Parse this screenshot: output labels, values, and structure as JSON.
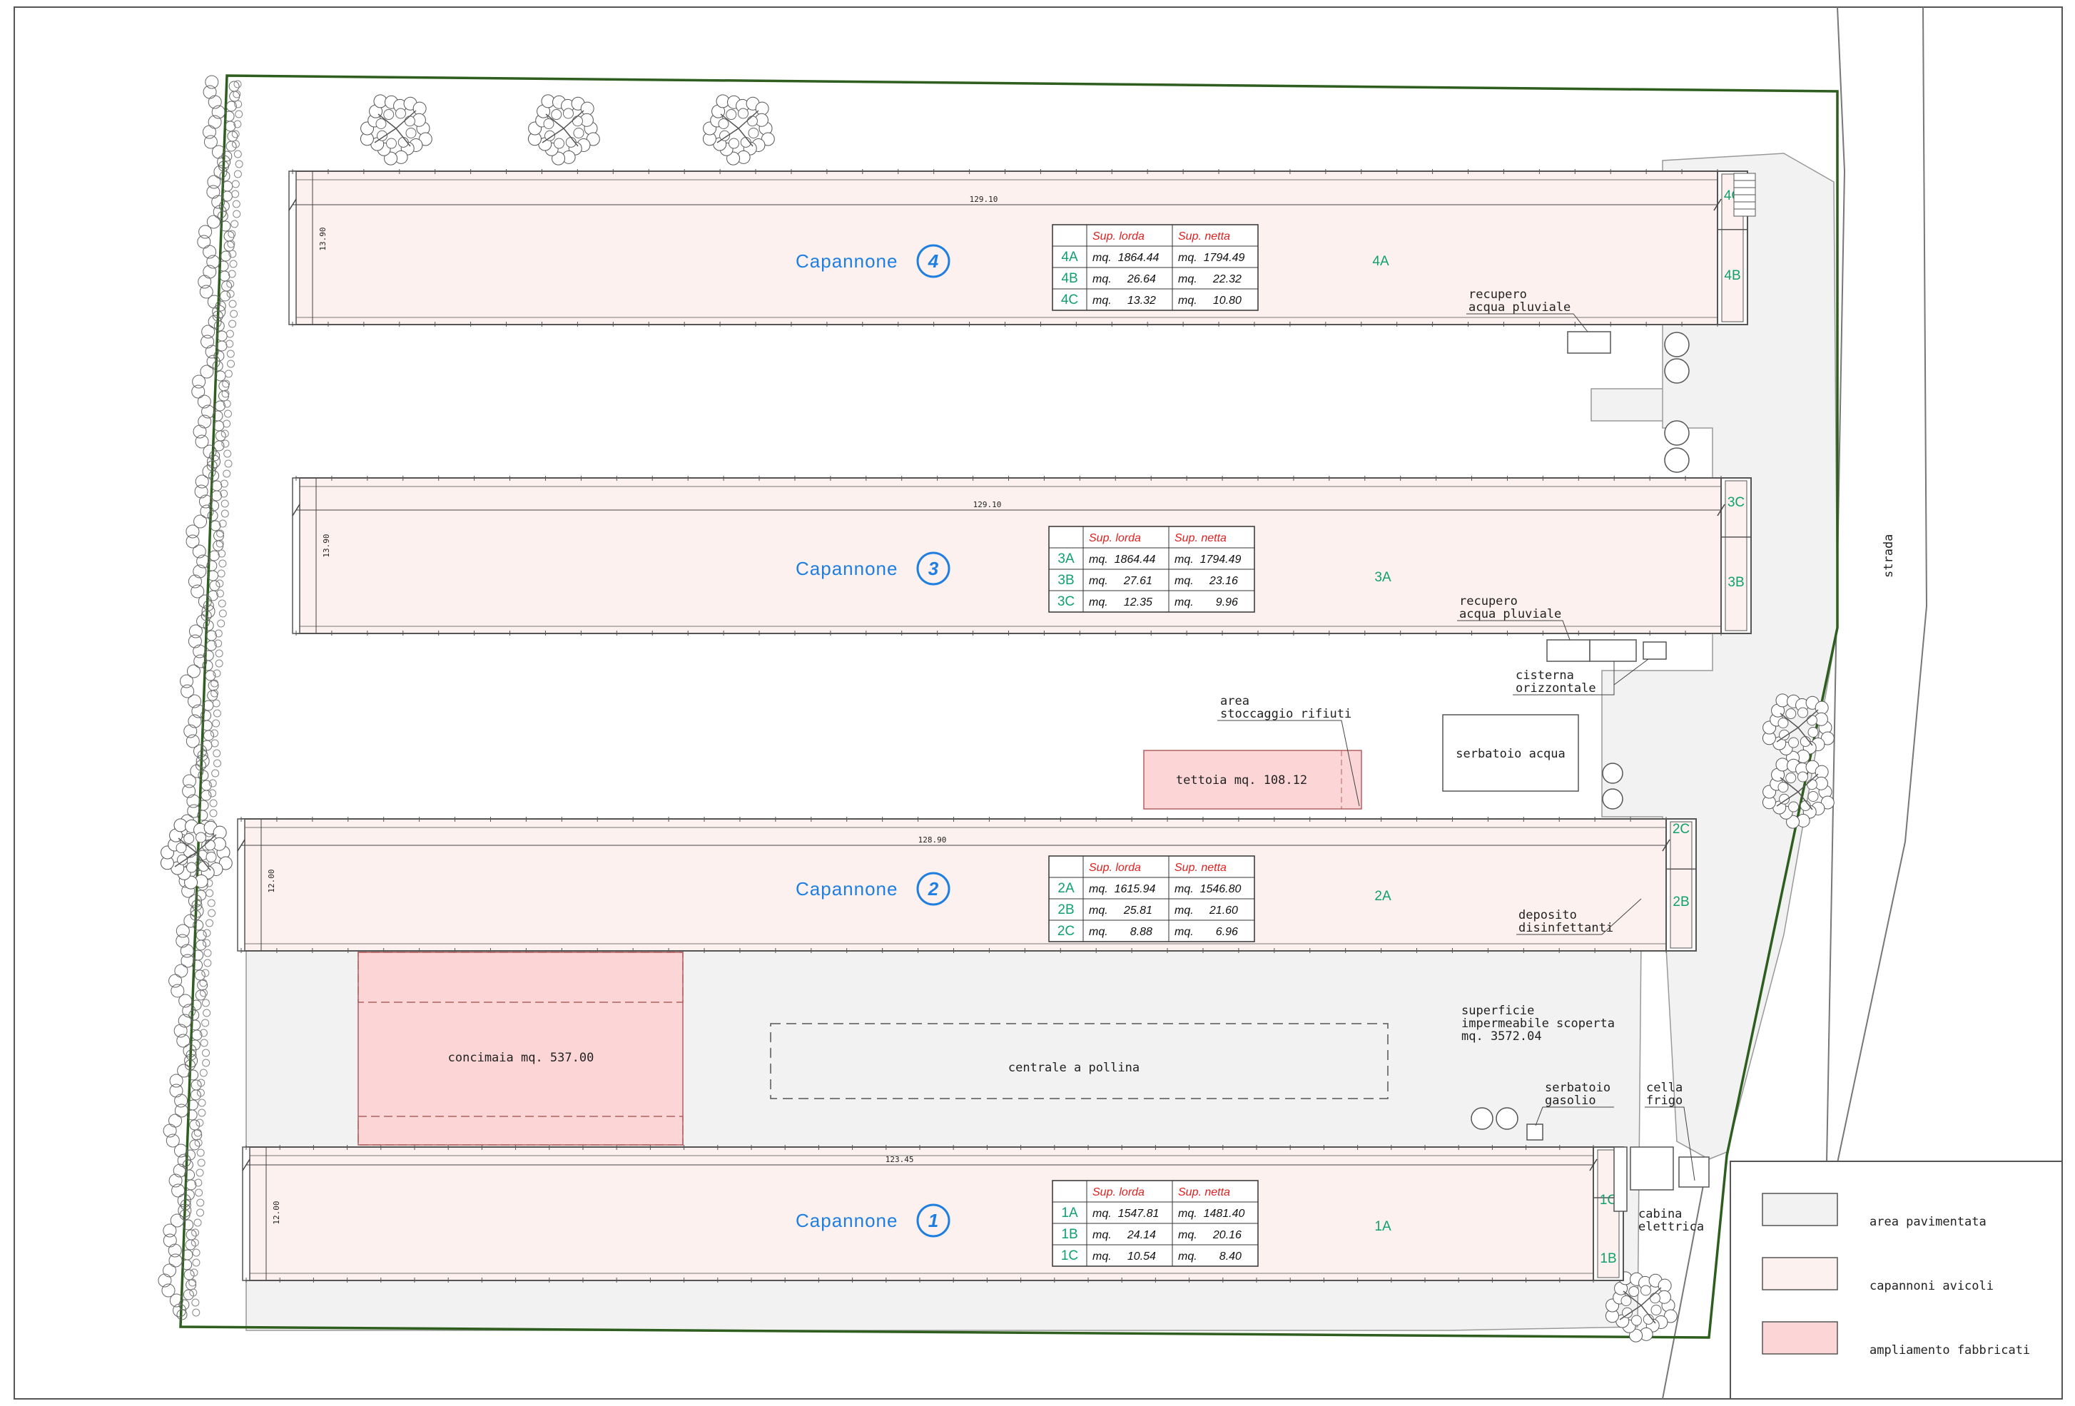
{
  "colors": {
    "paved": "#f2f2f2",
    "shed": "#fdf1ef",
    "expansion": "#fcd6d6",
    "boundary": "#2e5e1e",
    "label_blue": "#1f7fe0",
    "code_green": "#10a070",
    "header_red": "#e02020"
  },
  "labels": {
    "strada": "strada",
    "water_recovery_top": [
      "recupero",
      "acqua  pluviale"
    ],
    "water_recovery_mid": [
      "recupero",
      "acqua  pluviale"
    ],
    "cistern": [
      "cisterna",
      "orizzontale"
    ],
    "waste_area": [
      "area",
      "stoccaggio  rifiuti"
    ],
    "tank_water": "serbatoio  acqua",
    "canopy": "tettoia  mq.  108.12",
    "disinfectant": [
      "deposito",
      "disinfettanti"
    ],
    "manure": "concimaia  mq.  537.00",
    "manure_plant": "centrale  a  pollina",
    "surface": [
      "superficie",
      "impermeabile  scoperta",
      "mq.  3572.04"
    ],
    "diesel": [
      "serbatoio",
      "gasolio"
    ],
    "cold_cell": [
      "cella",
      "frigo"
    ],
    "cabin": [
      "cabina",
      "elettrica"
    ]
  },
  "legend": [
    {
      "label": "area  pavimentata",
      "color": "#f2f2f2"
    },
    {
      "label": "capannoni  avicoli",
      "color": "#fdf1ef"
    },
    {
      "label": "ampliamento  fabbricati",
      "color": "#fcd6d6"
    }
  ],
  "sheds": [
    {
      "name": "Capannone",
      "number": "4",
      "length_label": "129.10",
      "width_label": "13.90",
      "zone_main": "4A",
      "zone_c": "4C",
      "zone_b": "4B",
      "header_gross": "Sup.  lorda",
      "header_net": "Sup.  netta",
      "rows": [
        {
          "code": "4A",
          "gross": "mq.  1864.44",
          "net": "mq.  1794.49"
        },
        {
          "code": "4B",
          "gross": "mq.     26.64",
          "net": "mq.     22.32"
        },
        {
          "code": "4C",
          "gross": "mq.     13.32",
          "net": "mq.     10.80"
        }
      ]
    },
    {
      "name": "Capannone",
      "number": "3",
      "length_label": "129.10",
      "width_label": "13.90",
      "zone_main": "3A",
      "zone_c": "3C",
      "zone_b": "3B",
      "header_gross": "Sup.  lorda",
      "header_net": "Sup.  netta",
      "rows": [
        {
          "code": "3A",
          "gross": "mq.  1864.44",
          "net": "mq.  1794.49"
        },
        {
          "code": "3B",
          "gross": "mq.     27.61",
          "net": "mq.     23.16"
        },
        {
          "code": "3C",
          "gross": "mq.     12.35",
          "net": "mq.       9.96"
        }
      ]
    },
    {
      "name": "Capannone",
      "number": "2",
      "length_label": "128.90",
      "width_label": "12.00",
      "zone_main": "2A",
      "zone_c": "2C",
      "zone_b": "2B",
      "header_gross": "Sup.  lorda",
      "header_net": "Sup.  netta",
      "rows": [
        {
          "code": "2A",
          "gross": "mq.  1615.94",
          "net": "mq.  1546.80"
        },
        {
          "code": "2B",
          "gross": "mq.     25.81",
          "net": "mq.     21.60"
        },
        {
          "code": "2C",
          "gross": "mq.       8.88",
          "net": "mq.       6.96"
        }
      ]
    },
    {
      "name": "Capannone",
      "number": "1",
      "length_label": "123.45",
      "width_label": "12.00",
      "zone_main": "1A",
      "zone_c": "1C",
      "zone_b": "1B",
      "header_gross": "Sup.  lorda",
      "header_net": "Sup.  netta",
      "rows": [
        {
          "code": "1A",
          "gross": "mq.  1547.81",
          "net": "mq.  1481.40"
        },
        {
          "code": "1B",
          "gross": "mq.     24.14",
          "net": "mq.     20.16"
        },
        {
          "code": "1C",
          "gross": "mq.     10.54",
          "net": "mq.       8.40"
        }
      ]
    }
  ]
}
